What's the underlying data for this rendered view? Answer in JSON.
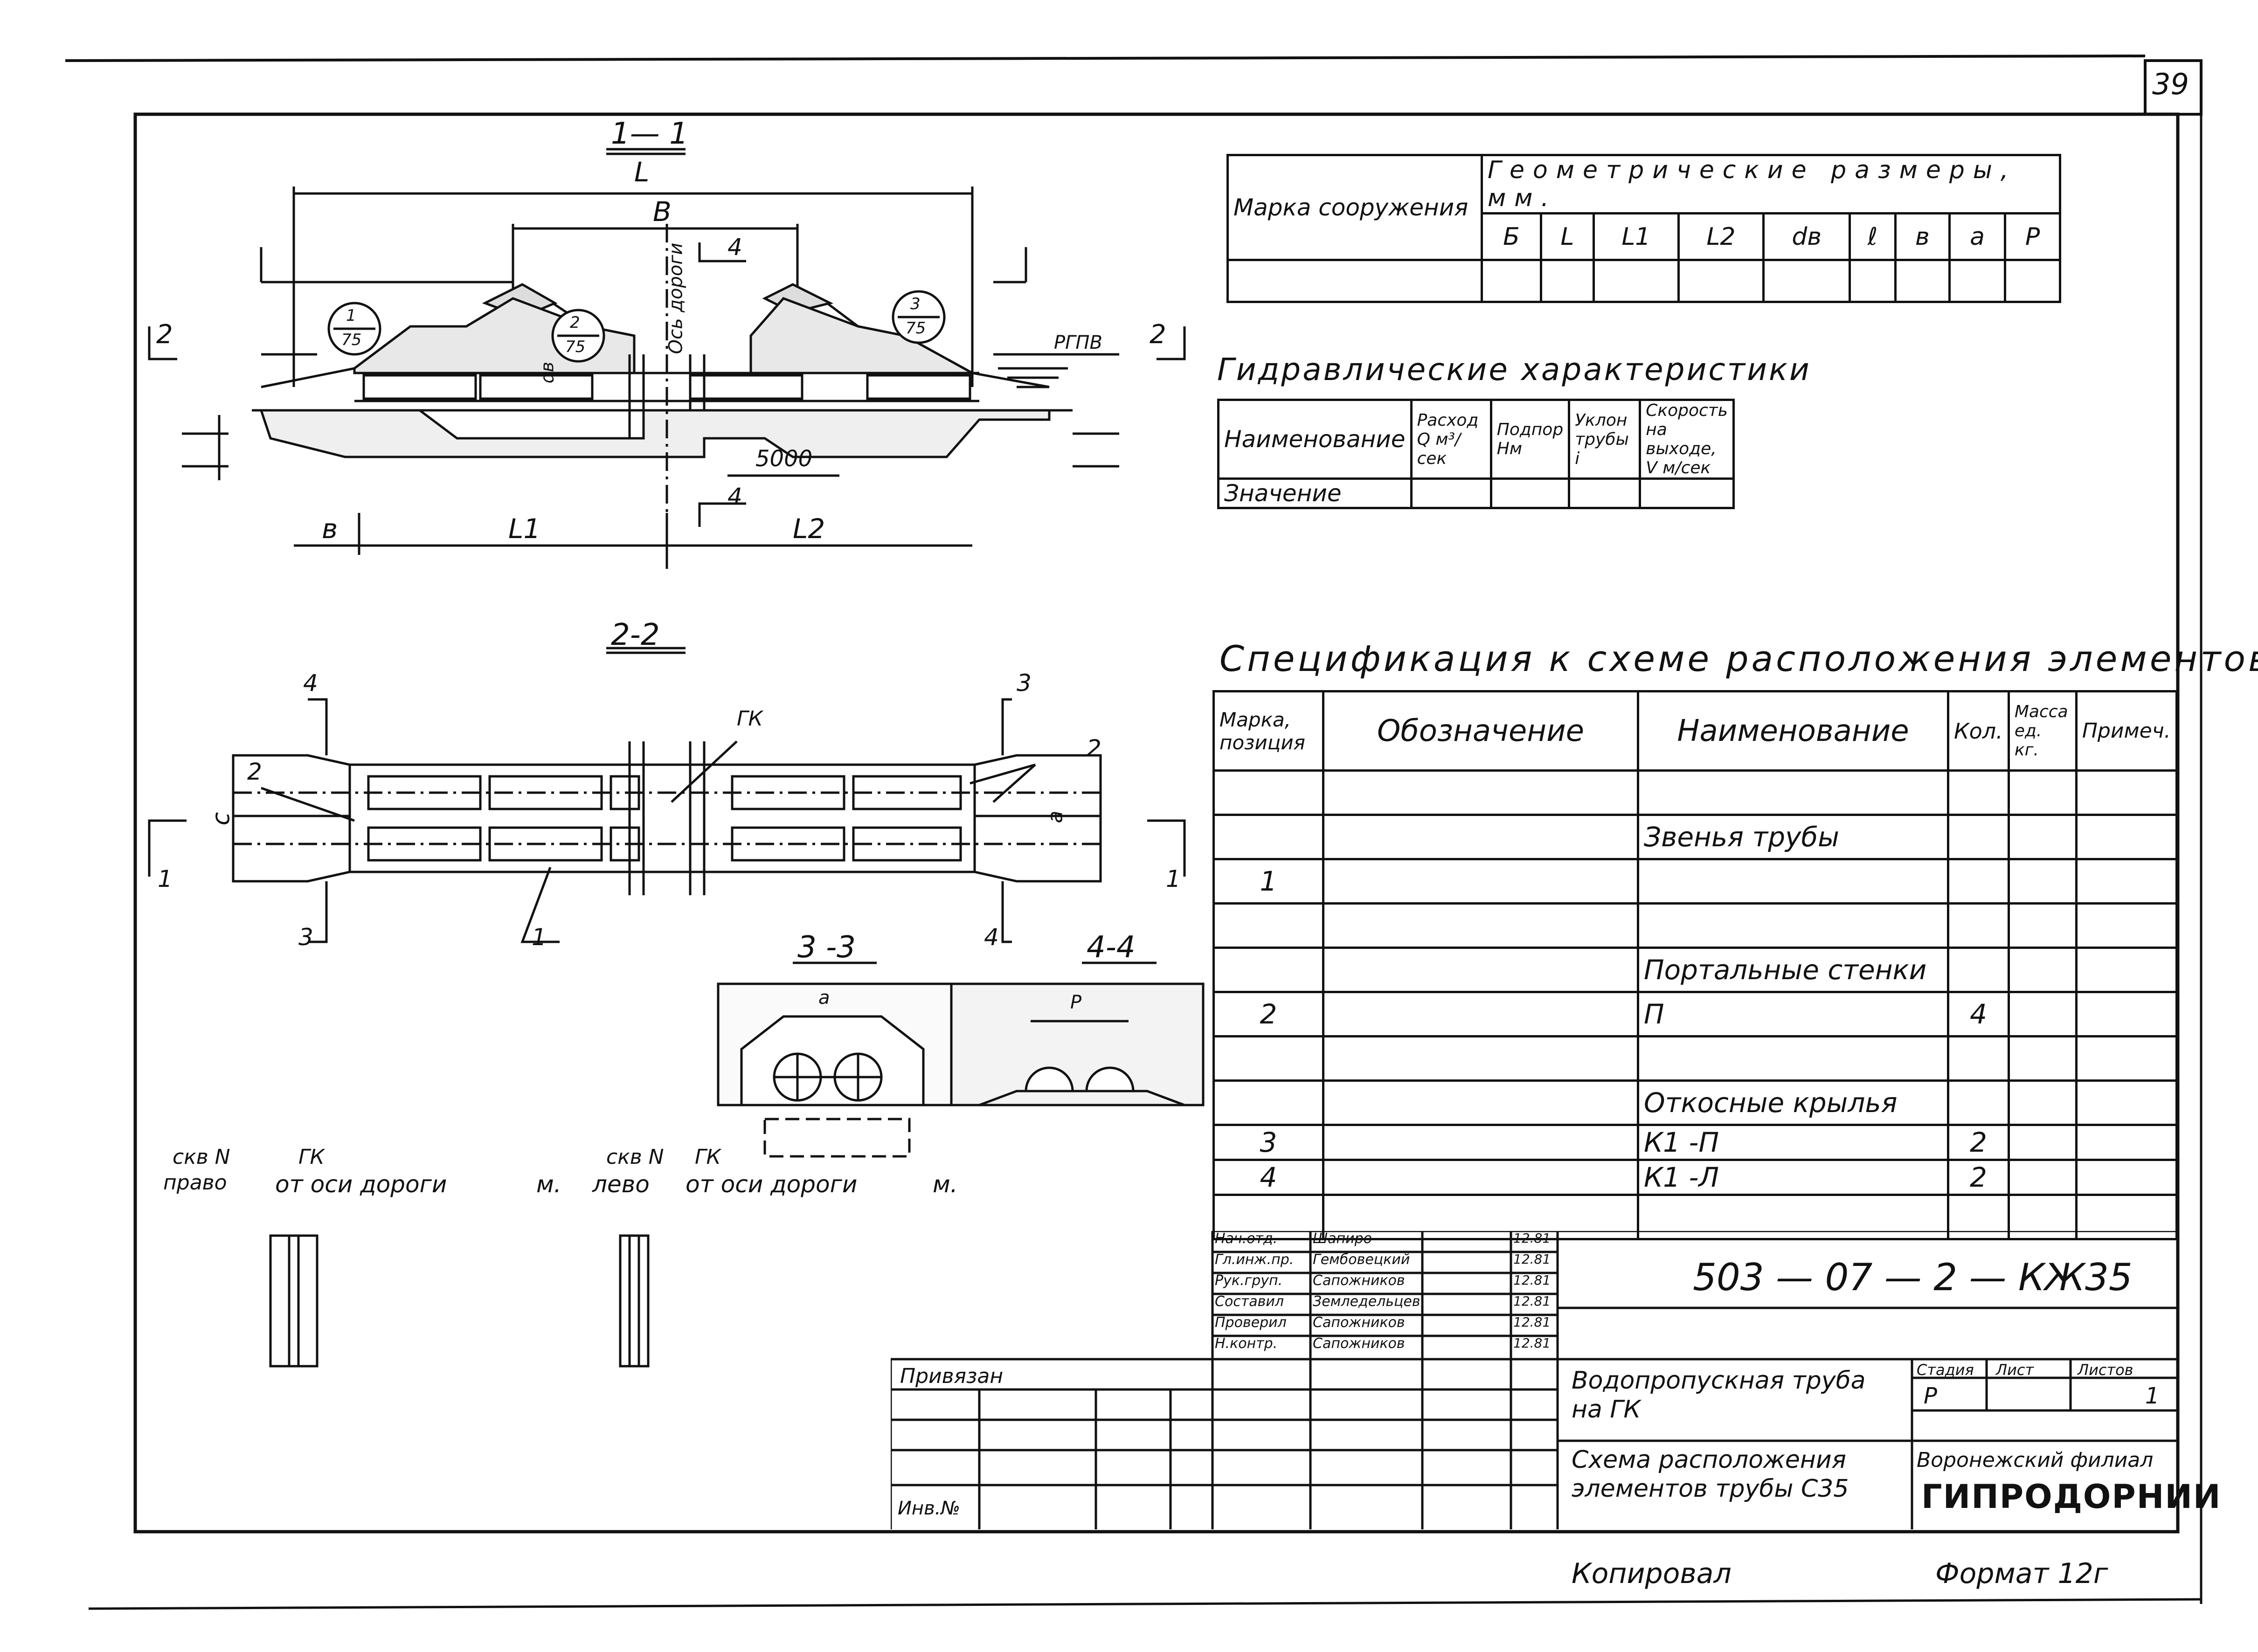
{
  "sheet": {
    "page_number": "39",
    "code": "503 — 07 — 2 — КЖ35",
    "copied_by_label": "Копировал",
    "format_label": "Формат 12г"
  },
  "drawing": {
    "section_1_1": {
      "title": "1— 1",
      "dims": {
        "L": "L",
        "B": "B",
        "b": "в",
        "L1": "L1",
        "L2": "L2",
        "len_5000": "5000",
        "db": "dв"
      },
      "labels": {
        "road_axis": "Ось дороги",
        "rgpv": "РГПВ",
        "cut_2_left": "2",
        "cut_2_right": "2",
        "cut_4_top": "4",
        "cut_4_bottom": "4"
      },
      "callouts": [
        {
          "num": "1",
          "den": "75"
        },
        {
          "num": "2",
          "den": "75"
        },
        {
          "num": "3",
          "den": "75"
        }
      ]
    },
    "section_2_2": {
      "title": "2-2",
      "labels": {
        "gk": "ГК",
        "c": "c",
        "a": "a",
        "cut_4_top": "4",
        "cut_3_top": "3",
        "cut_3_bottom": "3",
        "cut_4_bottom": "4",
        "pos_1": "1",
        "pos_2_left": "2",
        "pos_2_right": "2",
        "cut_1_left": "1",
        "cut_1_right": "1"
      }
    },
    "section_3_3": {
      "title": "3 -3",
      "label_a": "a"
    },
    "section_4_4": {
      "title": "4-4",
      "label_p": "P"
    },
    "stations": {
      "right": {
        "skv": "скв N",
        "side": "право",
        "gk": "ГК",
        "from_axis": "от оси дороги",
        "unit": "м."
      },
      "left": {
        "skv": "скв N",
        "side": "лево",
        "gk": "ГК",
        "from_axis": "от оси дороги",
        "unit": "м."
      }
    }
  },
  "geometry_table": {
    "mark_header": "Марка сооружения",
    "group_header": "Геометрические размеры, мм.",
    "columns": [
      "Б",
      "L",
      "L1",
      "L2",
      "dв",
      "ℓ",
      "в",
      "a",
      "P"
    ]
  },
  "hydraulic": {
    "title": "Гидравлические характеристики",
    "row_headers": [
      "Наименование",
      "Значение"
    ],
    "columns": [
      "Расход Q м³/сек",
      "Подпор Hм",
      "Уклон трубы i",
      "Скорость на выходе, V м/сек"
    ]
  },
  "spec": {
    "title": "Спецификация к схеме расположения элементов",
    "headers": [
      "Марка, позиция",
      "Обозначение",
      "Наименование",
      "Кол.",
      "Масса ед. кг.",
      "Примеч."
    ],
    "rows": [
      {
        "pos": "",
        "designation": "",
        "name": "",
        "qty": ""
      },
      {
        "pos": "",
        "designation": "",
        "name": "Звенья трубы",
        "qty": ""
      },
      {
        "pos": "1",
        "designation": "",
        "name": "",
        "qty": ""
      },
      {
        "pos": "",
        "designation": "",
        "name": "",
        "qty": ""
      },
      {
        "pos": "",
        "designation": "",
        "name": "Портальные стенки",
        "qty": ""
      },
      {
        "pos": "2",
        "designation": "",
        "name": "П",
        "qty": "4"
      },
      {
        "pos": "",
        "designation": "",
        "name": "",
        "qty": ""
      },
      {
        "pos": "",
        "designation": "",
        "name": "Откосные крылья",
        "qty": ""
      },
      {
        "pos": "3",
        "designation": "",
        "name": "К1 -П",
        "qty": "2"
      },
      {
        "pos": "4",
        "designation": "",
        "name": "К1 -Л",
        "qty": "2"
      },
      {
        "pos": "",
        "designation": "",
        "name": "",
        "qty": ""
      }
    ]
  },
  "title_block": {
    "signatures": [
      {
        "role": "Нач.отд.",
        "name": "Шапиро",
        "date": "12.81"
      },
      {
        "role": "Гл.инж.пр.",
        "name": "Гембовецкий",
        "date": "12.81"
      },
      {
        "role": "Рук.груп.",
        "name": "Сапожников",
        "date": "12.81"
      },
      {
        "role": "Составил",
        "name": "Земледельцев",
        "date": "12.81"
      },
      {
        "role": "Проверил",
        "name": "Сапожников",
        "date": "12.81"
      },
      {
        "role": "Н.контр.",
        "name": "Сапожников",
        "date": "12.81"
      }
    ],
    "privyazan": "Привязан",
    "inv_no": "Инв.№",
    "object_name": "Водопропускная труба на ГК",
    "sheet_name": "Схема расположения элементов трубы С35",
    "stage_header": "Стадия",
    "sheet_header": "Лист",
    "sheets_header": "Листов",
    "stage": "Р",
    "sheets": "1",
    "org_line1": "Воронежский филиал",
    "org_line2": "ГИПРОДОРНИИ"
  }
}
